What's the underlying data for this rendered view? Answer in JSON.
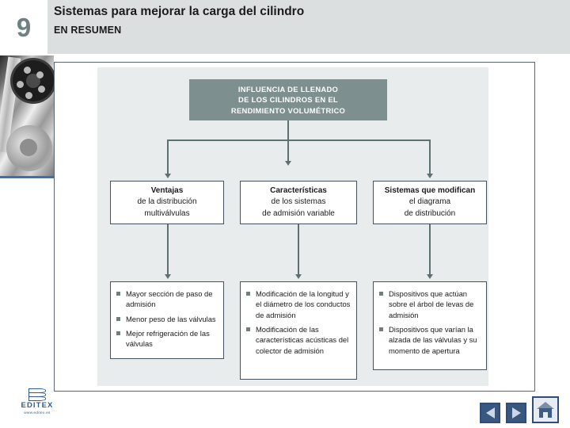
{
  "header": {
    "chapter_number": "9",
    "title": "Sistemas para mejorar la carga del cilindro",
    "subtitle": "EN RESUMEN"
  },
  "diagram": {
    "title_box": {
      "lines": [
        "INFLUENCIA DE LLENADO",
        "DE LOS CILINDROS EN EL",
        "RENDIMIENTO VOLUMÉTRICO"
      ],
      "bg_color": "#7d8f8f",
      "text_color": "#ffffff"
    },
    "mid_boxes": [
      {
        "heading": "Ventajas",
        "lines": [
          "de la distribución",
          "multiválvulas"
        ]
      },
      {
        "heading": "Características",
        "lines": [
          "de los sistemas",
          "de admisión variable"
        ]
      },
      {
        "heading": "Sistemas que modifican",
        "lines": [
          "el diagrama",
          "de distribución"
        ]
      }
    ],
    "bottom_boxes": [
      {
        "bullets": [
          "Mayor sección de paso de admisión",
          "Menor peso de las válvulas",
          "Mejor refrigeración de las válvulas"
        ]
      },
      {
        "bullets": [
          "Modificación de la longitud y el diámetro de los conductos de admisión",
          "Modificación de las características acústicas del colector de admisión"
        ]
      },
      {
        "bullets": [
          "Dispositivos que actúan sobre el árbol de levas de admisión",
          "Dispositivos que varían la alzada de las válvulas y su momento de apertura"
        ]
      }
    ],
    "bullet_color": "#6e7f7f",
    "connector_color": "#5f7070"
  },
  "footer": {
    "logo_name": "EDITEX",
    "logo_url": "www.editex.es",
    "nav": {
      "prev_label": "◀",
      "next_label": "▶",
      "home_label": "⌂"
    }
  }
}
